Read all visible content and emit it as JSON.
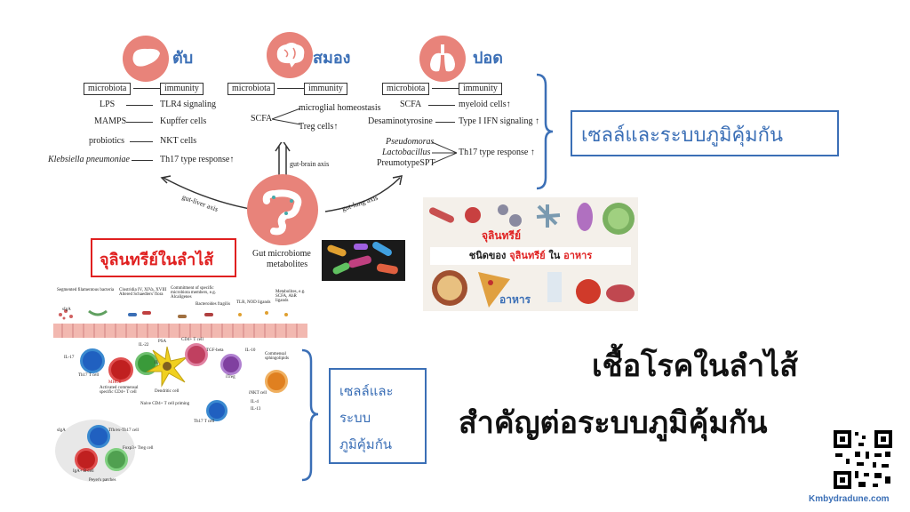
{
  "organs": [
    {
      "name": "ตับ",
      "icon": "liver-icon"
    },
    {
      "name": "สมอง",
      "icon": "brain-icon"
    },
    {
      "name": "ปอด",
      "icon": "lungs-icon"
    }
  ],
  "header_labels": {
    "microbiota": "microbiota",
    "immunity": "immunity"
  },
  "liver": {
    "rows": [
      {
        "microbiota": "LPS",
        "immunity": "TLR4 signaling"
      },
      {
        "microbiota": "MAMPS",
        "immunity": "Kupffer cells"
      },
      {
        "microbiota": "probiotics",
        "immunity": "NKT cells"
      },
      {
        "microbiota": "Klebsiella pneumoniae",
        "immunity": "Th17 type response↑"
      }
    ]
  },
  "brain": {
    "microbiota": "SCFA",
    "immunity": [
      "microglial homeostasis",
      "Treg cells↑"
    ]
  },
  "lung": {
    "rows": [
      {
        "microbiota": "SCFA",
        "immunity": "myeloid cells↑"
      },
      {
        "microbiota": "Desaminotyrosine",
        "immunity": "Type I IFN signaling ↑"
      }
    ],
    "microbiota_group": [
      "Pseudomoras",
      "Lactobacillus",
      "PreumotypeSPT"
    ],
    "group_immunity": "Th17 type response ↑"
  },
  "axes": {
    "liver": "gut-liver axis",
    "brain": "gut-brain axis",
    "lung": "gut-lung axis"
  },
  "gut_label": [
    "Gut microbiome",
    "metabolites"
  ],
  "callout_immune_top": "เซลล์และระบบภูมิคุ้มกัน",
  "callout_gut_microbes": "จุลินทรีย์ในลำไส้",
  "food_panel": {
    "microbe_label": "จุลินทรีย์",
    "title_prefix": "ชนิดของ",
    "title_microbe": "จุลินทรีย์",
    "title_mid": "ใน",
    "title_food": "อาหาร",
    "food_label": "อาหาร"
  },
  "lower_diagram_labels": {
    "sfb": "Segmented filamentous bacteria",
    "clostridia": "Clostridia IV, XIVa, XVIII\nAltered Schaedlers' flora",
    "commensal": "Commitment of specific microbiota members, e.g. Alcaligenes",
    "bacteroides": "Bacteroides fragilis",
    "tlr": "TLR, NOD ligands",
    "metabolites": "Metabolites, e.g. SCFA, AhR ligands",
    "slga": "sIgA",
    "il17": "IL-17",
    "il22": "IL-22",
    "th17": "Th17 T cell",
    "ilc3": "ILC3",
    "mhcii": "MHCII",
    "activated": "Activated commensal specific CD4+ T cell",
    "dendritic": "Dendritic cell",
    "psa": "PSA",
    "cd4": "CD4+ T cell",
    "tgfb": "TGF-beta",
    "il10": "IL-10",
    "itreg": "iTreg",
    "commensal_sphingo": "Commensal sphingolipids",
    "inkt": "iNKT cell",
    "il4": "IL-4",
    "il13": "IL-13",
    "naive": "Naive CD4+ T cell priming",
    "tfh": "Tfh/ex-Th17 cell",
    "foxp3": "Foxp3+ Treg cell",
    "igav": "IgA+ B cell",
    "peyer": "Peyer's patches"
  },
  "callout_immune_bottom": [
    "เซลล์และ",
    "ระบบ",
    "ภูมิคุ้มกัน"
  ],
  "headline": [
    "เชื้อโรคในลำไส้",
    "สำคัญต่อระบบภูมิคุ้มกัน"
  ],
  "website": "Kmbydradune.com",
  "colors": {
    "accent_blue": "#3b6fb6",
    "organ_red": "#e8837a",
    "callout_red": "#e02020",
    "food_red": "#e02020"
  }
}
